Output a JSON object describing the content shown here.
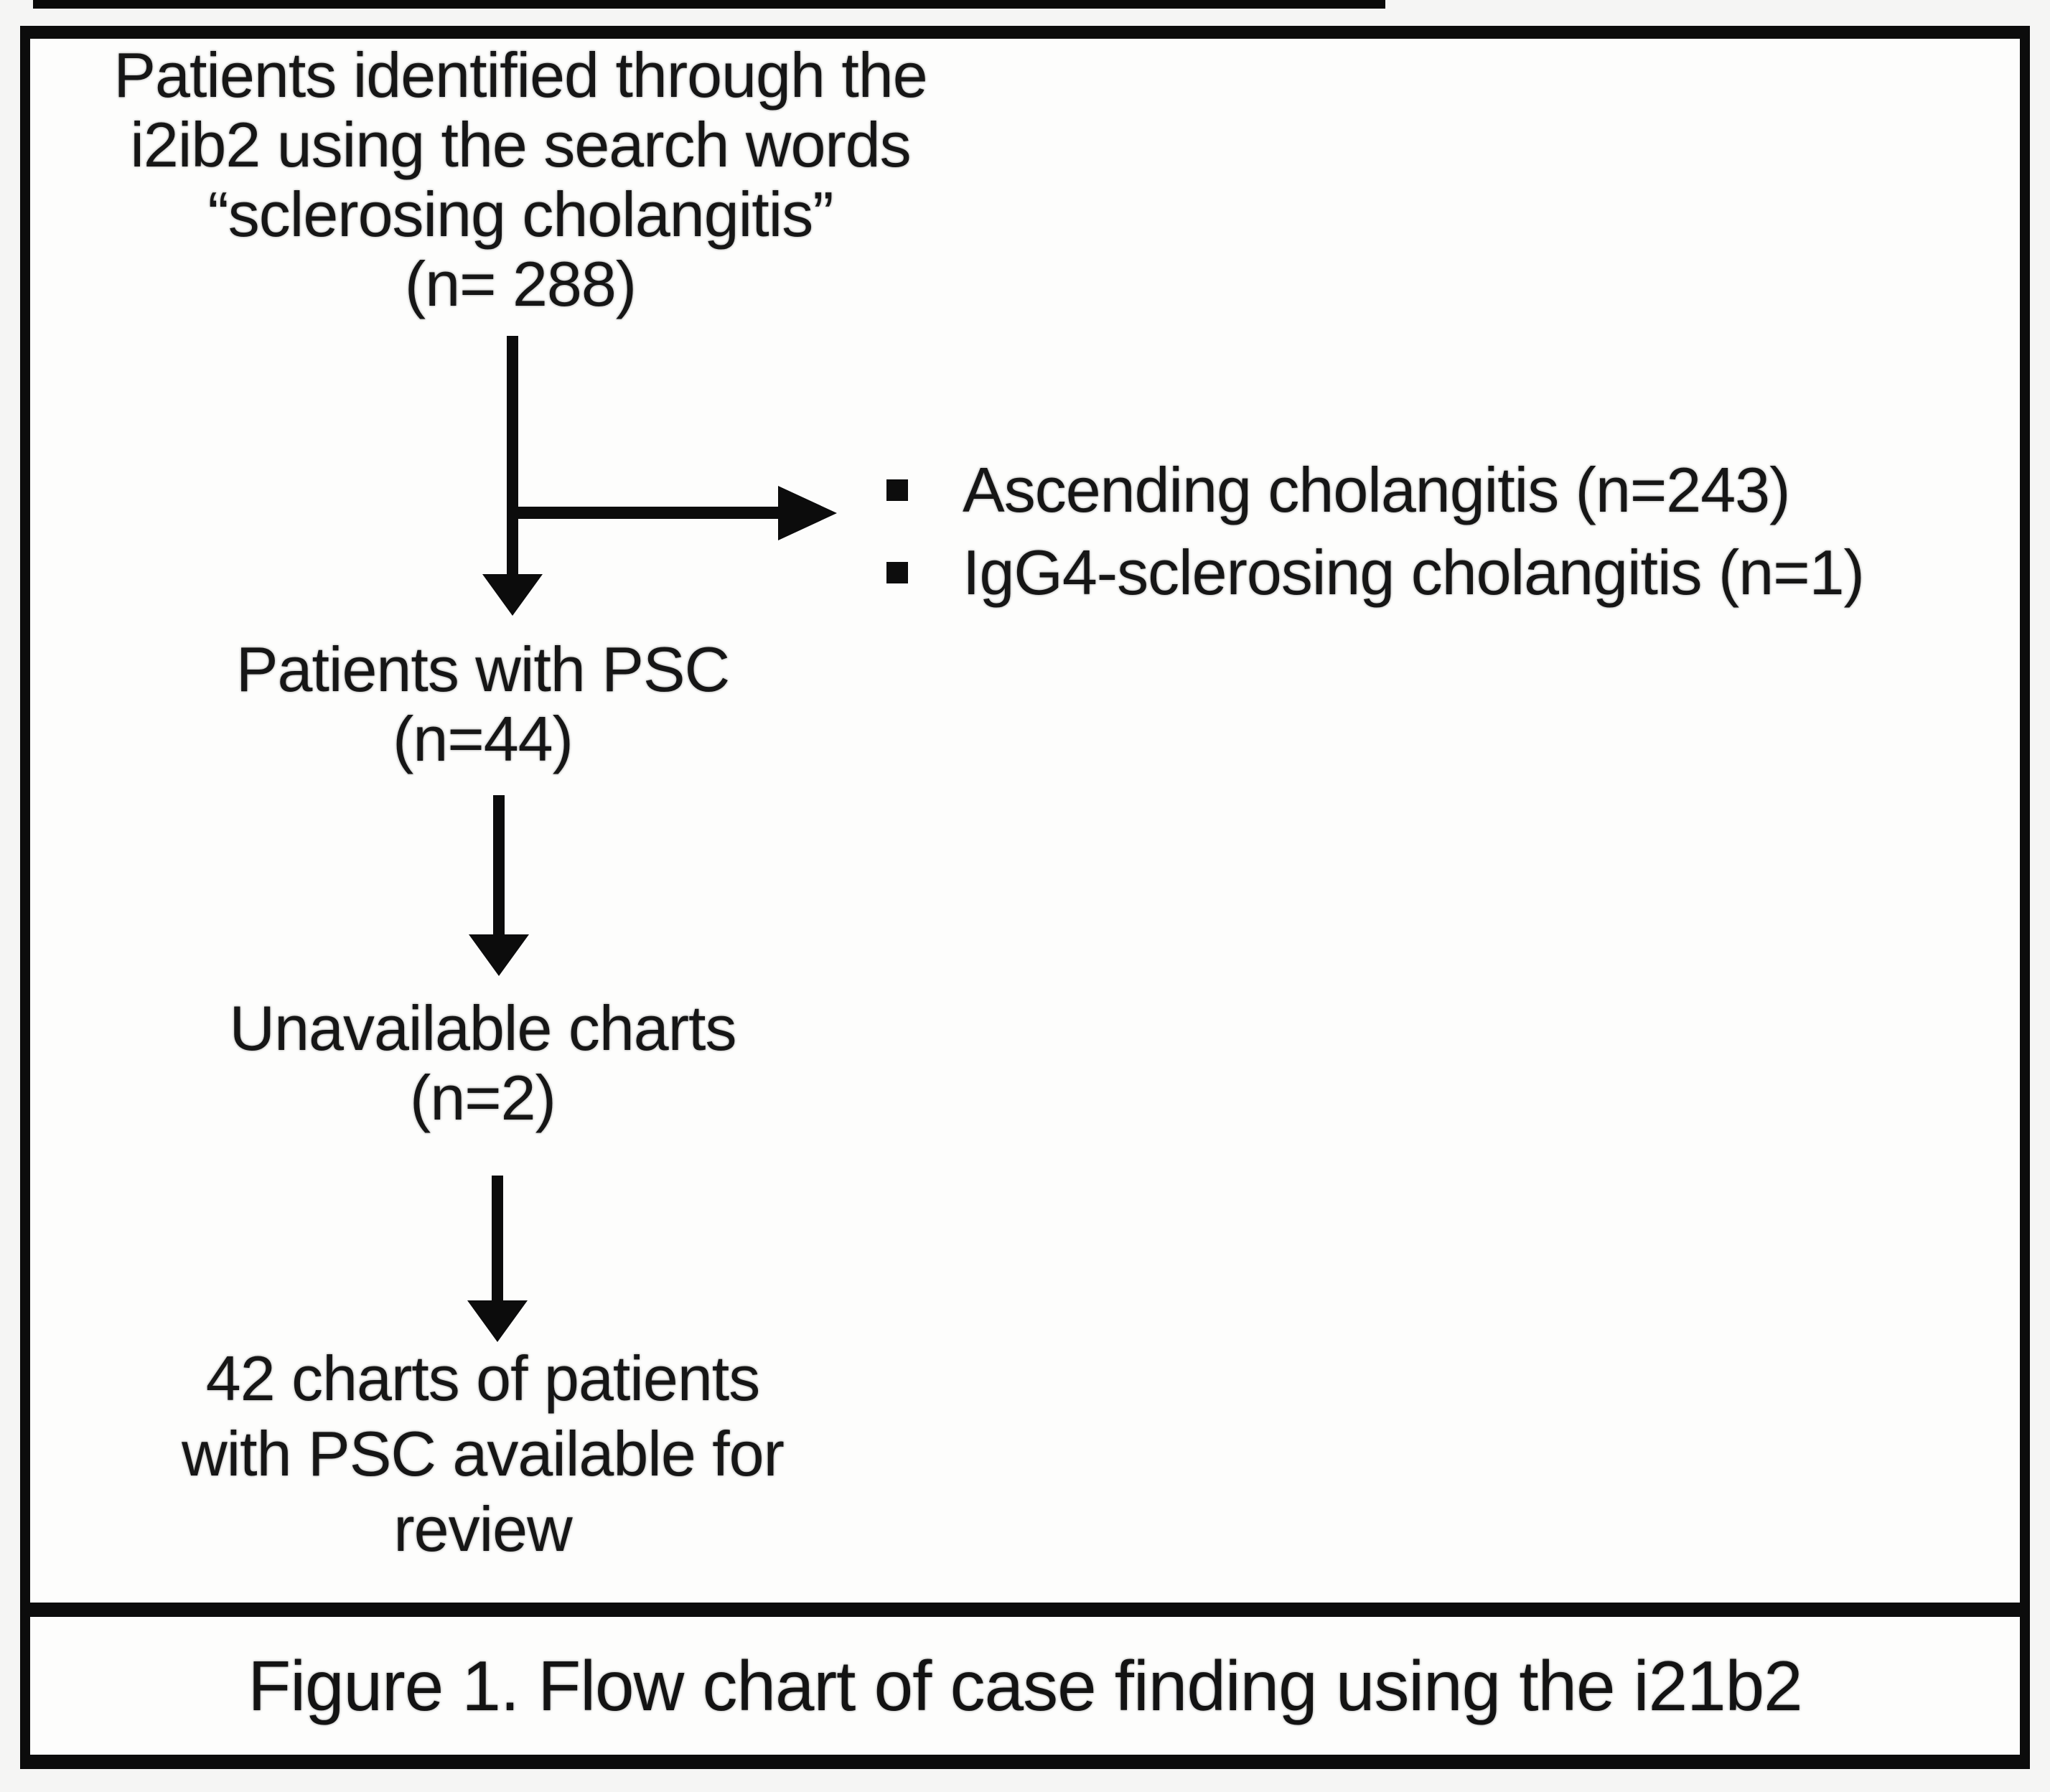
{
  "flowchart": {
    "top_node": {
      "lines": [
        "Patients identified through the",
        "i2ib2 using the search words",
        "“sclerosing cholangitis”",
        "(n= 288)"
      ]
    },
    "exclusion_list": {
      "items": [
        "Ascending cholangitis (n=243)",
        "IgG4-sclerosing cholangitis (n=1)"
      ]
    },
    "psc_node": {
      "lines": [
        "Patients with PSC",
        "(n=44)"
      ]
    },
    "unavailable_node": {
      "lines": [
        "Unavailable charts",
        "(n=2)"
      ]
    },
    "available_node": {
      "lines": [
        "42 charts of patients",
        "with PSC available for",
        "review"
      ]
    },
    "caption": "Figure 1. Flow chart of case finding using the i21b2",
    "colors": {
      "text": "#161616",
      "line": "#0c0c0c",
      "background": "#fdfdfc"
    }
  }
}
